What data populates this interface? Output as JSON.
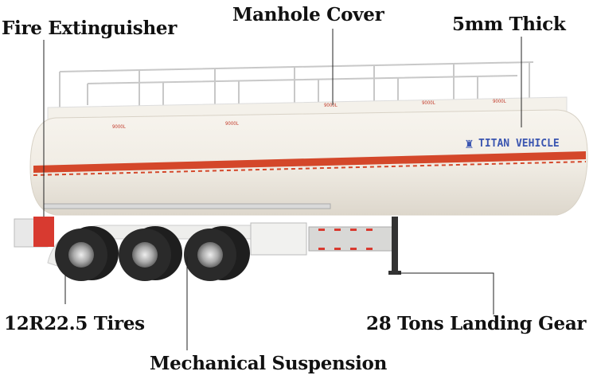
{
  "callouts": {
    "fire_extinguisher": "Fire Extinguisher",
    "manhole_cover": "Manhole Cover",
    "thickness": "5mm Thick",
    "tires": "12R22.5 Tires",
    "landing_gear": "28 Tons Landing Gear",
    "suspension": "Mechanical Suspension"
  },
  "tank": {
    "brand": "TITAN VEHICLE",
    "compartment_labels": [
      "9000L",
      "9000L",
      "9000L",
      "9000L",
      "9000L"
    ]
  },
  "colors": {
    "tank_body": "#f2eee6",
    "stripe": "#d4472a",
    "brand_text": "#3a55b0",
    "leader_line": "#222222"
  }
}
